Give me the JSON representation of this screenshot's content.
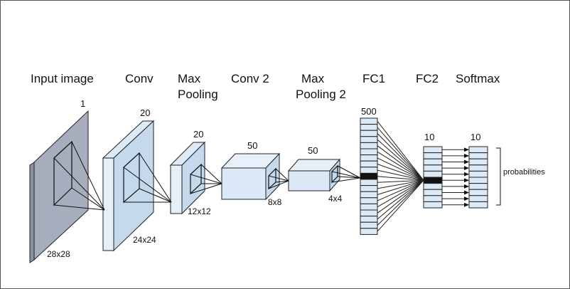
{
  "stages": {
    "input": {
      "title": "Input image",
      "depth": "1",
      "size": "28x28"
    },
    "conv1": {
      "title": "Conv",
      "depth": "20",
      "size": "24x24"
    },
    "pool1": {
      "title_line1": "Max",
      "title_line2": "Pooling",
      "depth": "20",
      "size": "12x12"
    },
    "conv2": {
      "title": "Conv 2",
      "depth": "50",
      "size": "8x8"
    },
    "pool2": {
      "title_line1": "Max",
      "title_line2": "Pooling 2",
      "depth": "50",
      "size": "4x4"
    },
    "fc1": {
      "title": "FC1",
      "units": "500"
    },
    "fc2": {
      "title": "FC2",
      "units": "10"
    },
    "softmax": {
      "title": "Softmax",
      "units": "10",
      "output": "probabilities"
    }
  },
  "colors": {
    "input_face": "#a6adbc",
    "conv1_face": "#c5d9ec",
    "box_face": "#dce9f6",
    "fc_fill": "#dce9f6",
    "highlight": "#111111",
    "line": "#222222"
  }
}
